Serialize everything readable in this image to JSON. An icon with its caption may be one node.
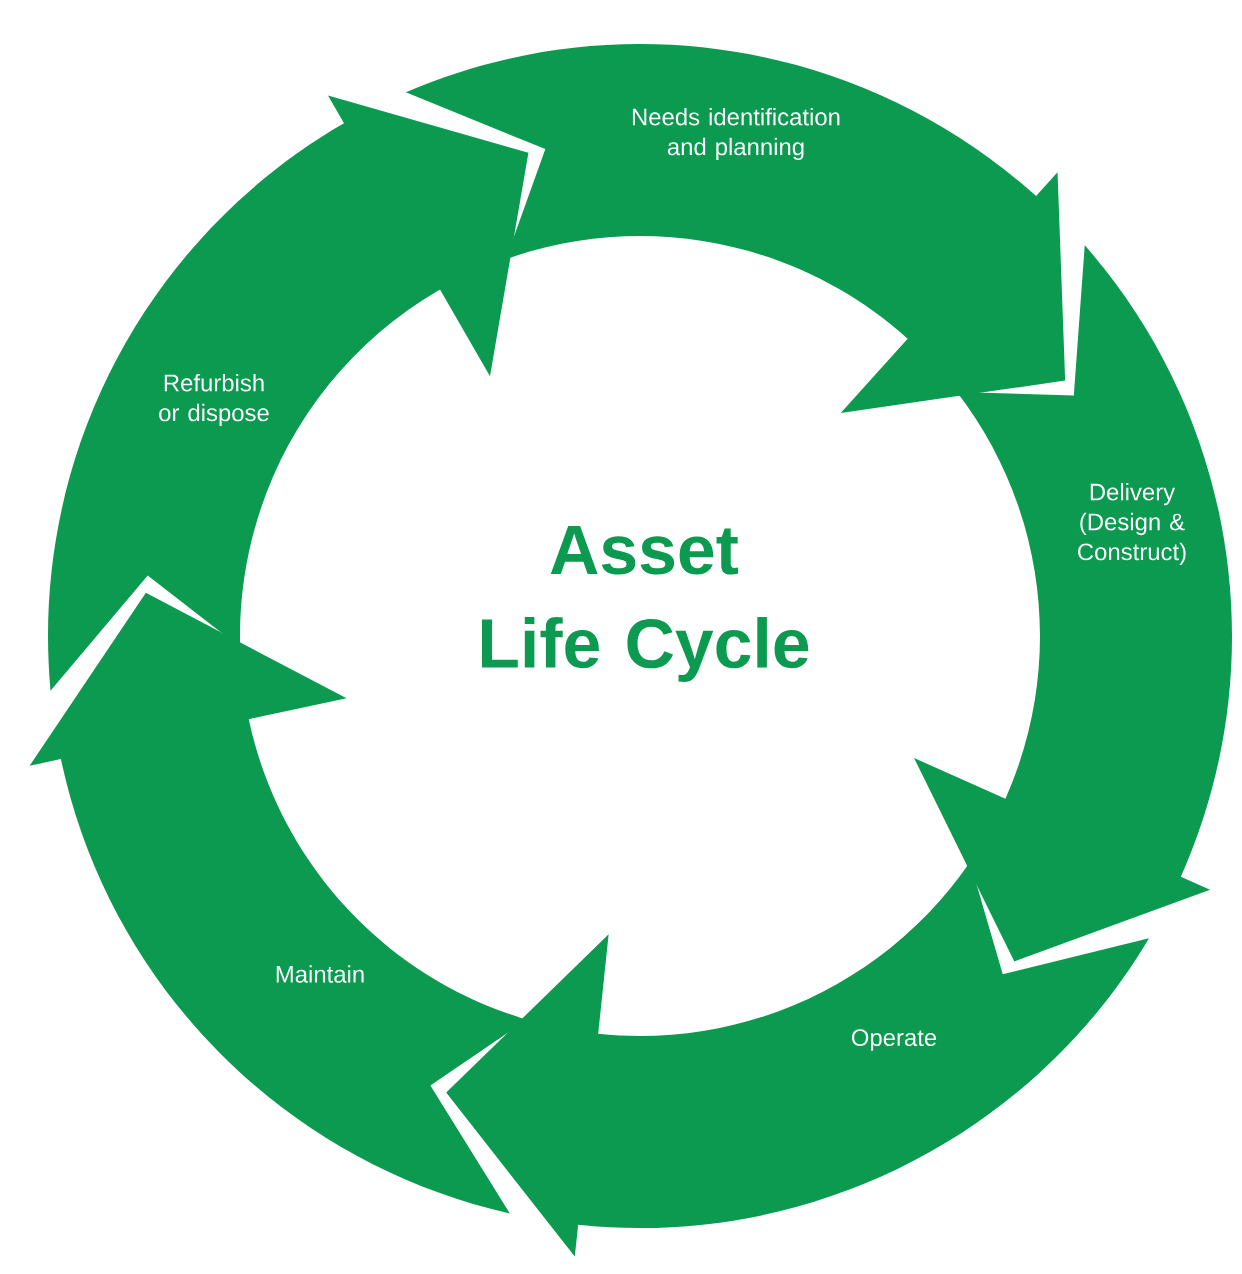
{
  "diagram": {
    "title": "Asset Life Cycle",
    "nodes": [
      {
        "text": [
          "Needs identification and planning"
        ]
      },
      {
        "text": [
          "Delivery (Design & Construct)"
        ]
      },
      {
        "text": [
          "Operate"
        ]
      },
      {
        "text": [
          "Maintain"
        ]
      },
      {
        "text": [
          "Refurbish or dispose"
        ]
      }
    ],
    "edges": [
      {
        "from": 0,
        "to": 1,
        "arrow": "to"
      },
      {
        "from": 1,
        "to": 2,
        "arrow": "to"
      },
      {
        "from": 2,
        "to": 3,
        "arrow": "to"
      },
      {
        "from": 3,
        "to": 4,
        "arrow": "to"
      },
      {
        "from": 4,
        "to": 0,
        "arrow": "to"
      }
    ]
  }
}
